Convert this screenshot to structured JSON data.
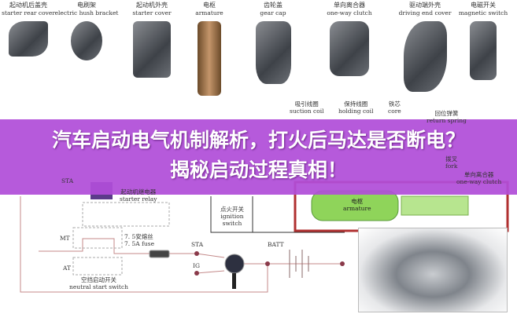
{
  "title": "汽车启动电气机制解析，打火后马达是否断电？揭秘启动过程真相！",
  "title_lines": [
    "汽车启动电气机制解析，打火后马达是否断电？",
    "揭秘启动过程真相！"
  ],
  "band_color": "#b04ed8",
  "parts": [
    {
      "zh": "起动机后盖壳",
      "en": "starter rear cover"
    },
    {
      "zh": "电刷架",
      "en": "electric hush bracket"
    },
    {
      "zh": "起动机外壳",
      "en": "starter cover"
    },
    {
      "zh": "电枢",
      "en": "armature"
    },
    {
      "zh": "齿轮盖",
      "en": "gear cap"
    },
    {
      "zh": "单向离合器",
      "en": "one-way clutch"
    },
    {
      "zh": "驱动端外壳",
      "en": "driving end cover"
    },
    {
      "zh": "电磁开关",
      "en": "magnetic switch"
    }
  ],
  "diagram": {
    "suction_coil": {
      "zh": "吸引线圈",
      "en": "suction coil"
    },
    "holding_coil": {
      "zh": "保持线圈",
      "en": "holding coil"
    },
    "core": {
      "zh": "铁芯",
      "en": "core"
    },
    "return_spring": {
      "zh": "回位弹簧",
      "en": "return spring"
    },
    "fork": {
      "zh": "拨叉",
      "en": "fork"
    },
    "one_way_clutch": {
      "zh": "单向离合器",
      "en": "one-way clutch"
    },
    "armature": {
      "zh": "电枢",
      "en": "armature"
    },
    "starter_relay": {
      "zh": "起动机继电器",
      "en": "starter relay"
    },
    "ignition_switch": {
      "zh": "点火开关",
      "en": "ignition switch"
    },
    "fuse": {
      "zh": "7. 5安熔丝",
      "en": "7. 5A fuse"
    },
    "neutral_switch": {
      "zh": "空挡启动开关",
      "en": "neutral start switch"
    },
    "sta_left": "STA",
    "sta": "STA",
    "ig": "IG",
    "batt": "BATT",
    "mt": "MT",
    "at": "AT"
  }
}
